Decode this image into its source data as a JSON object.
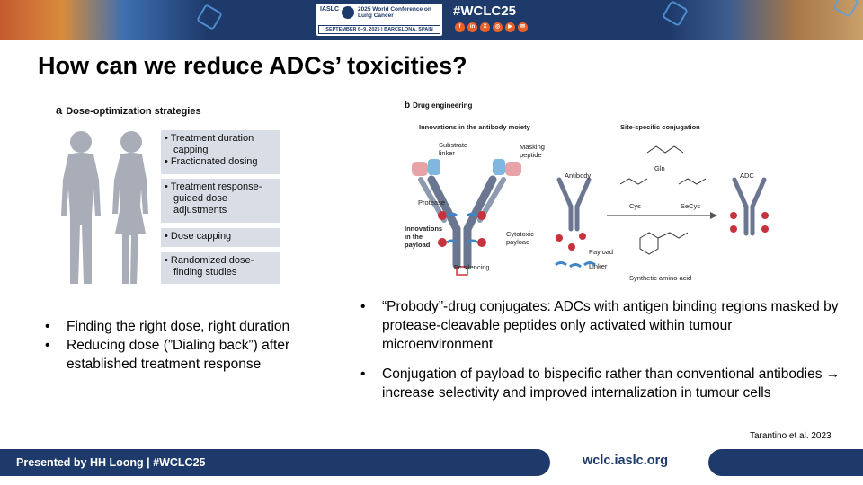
{
  "header": {
    "org_logo": "IASLC",
    "conference_title": "2025 World Conference on Lung Cancer",
    "conference_dates": "SEPTEMBER 6–9, 2025 | BARCELONA, SPAIN",
    "hashtag": "#WCLC25",
    "social_icons": [
      "facebook-icon",
      "linkedin-icon",
      "x-icon",
      "instagram-icon",
      "youtube-icon",
      "wechat-icon"
    ]
  },
  "slide": {
    "title": "How can we reduce ADCs’ toxicities?"
  },
  "figure_a": {
    "letter": "a",
    "title": "Dose-optimization strategies",
    "strategies": [
      [
        "• Treatment duration capping",
        "• Fractionated dosing"
      ],
      [
        "• Treatment response-guided dose adjustments"
      ],
      [
        "• Dose capping"
      ],
      [
        "• Randomized dose-finding studies"
      ]
    ]
  },
  "figure_b": {
    "letter": "b",
    "title": "Drug engineering",
    "antibody_moiety_heading": "Innovations in the antibody moiety",
    "site_specific_heading": "Site-specific conjugation",
    "labels": {
      "substrate_linker": "Substrate linker",
      "masking_peptide": "Masking peptide",
      "protease": "Protease",
      "innovations_payload": "Innovations in the payload",
      "cytotoxic_payload": "Cytotoxic payload",
      "fc_silencing": "Fc silencing",
      "antibody": "Antibody",
      "payload": "Payload",
      "linker": "Linker",
      "adc": "ADC",
      "gln": "Gln",
      "cys": "Cys",
      "secys": "SeCys",
      "synthetic_amino_acid": "Synthetic amino acid"
    }
  },
  "left_bullets": [
    "Finding the right dose, right duration",
    "Reducing dose (”Dialing back”) after established treatment response"
  ],
  "right_bullets": [
    "“Probody”-drug conjugates: ADCs with antigen binding regions masked by protease-cleavable peptides only activated within tumour microenvironment",
    "Conjugation of payload to bispecific rather than conventional antibodies → increase selectivity and improved internalization in tumour cells"
  ],
  "citation": "Tarantino et al. 2023",
  "footer": {
    "presenter": "Presented by HH Loong | #WCLC25",
    "url": "wclc.iaslc.org"
  },
  "colors": {
    "brand_navy": "#1d3a6b",
    "social_orange": "#e8612c",
    "strategy_box": "#d9dde6",
    "antibody_grey": "#6b7791",
    "payload_red": "#c8323c",
    "linker_blue": "#3f86c7"
  }
}
